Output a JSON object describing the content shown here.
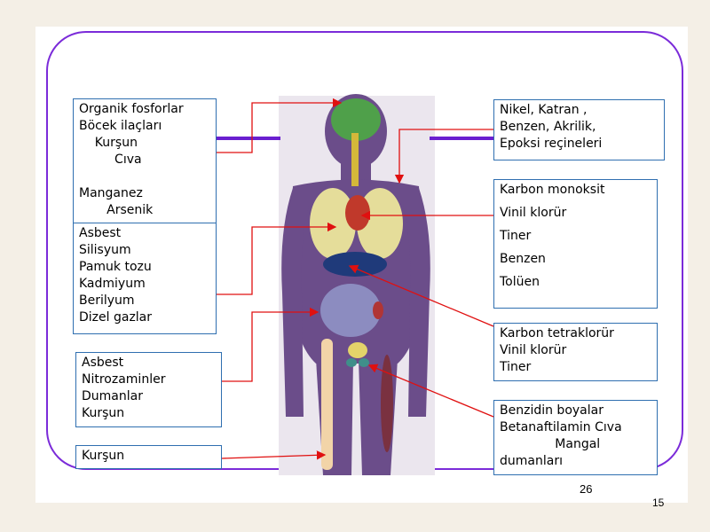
{
  "left_boxes": [
    {
      "id": "toxins-brain",
      "lines": [
        "Organik fosforlar",
        "Böcek ilaçları",
        "    Kurşun",
        "         Cıva",
        "",
        "Manganez",
        "       Arsenik"
      ]
    },
    {
      "id": "toxins-lungs",
      "lines": [
        "Asbest",
        "Silisyum",
        "Pamuk tozu",
        "Kadmiyum",
        "Berilyum",
        "Dizel gazlar"
      ]
    },
    {
      "id": "toxins-kidney",
      "lines": [
        "Asbest",
        "Nitrozaminler",
        "Dumanlar",
        "Kurşun"
      ]
    },
    {
      "id": "toxins-bone",
      "lines": [
        "Kurşun"
      ]
    }
  ],
  "right_boxes": [
    {
      "id": "toxins-skin",
      "lines": [
        "Nikel, Katran ,",
        "Benzen, Akrilik,",
        "Epoksi reçineleri"
      ]
    },
    {
      "id": "toxins-heart",
      "lines": [
        "Karbon monoksit",
        "Vinil klorür",
        "Tiner",
        "Benzen",
        "Tolüen"
      ]
    },
    {
      "id": "toxins-liver",
      "lines": [
        "Karbon tetraklorür",
        "Vinil klorür",
        "Tiner"
      ]
    },
    {
      "id": "toxins-bladder",
      "lines": [
        "Benzidin boyalar",
        "Betanaftilamin Cıva",
        "              Mangal",
        "dumanları"
      ]
    }
  ],
  "page_number": "26",
  "slide_number": "15",
  "colors": {
    "frame": "#7b2bd9",
    "box_border": "#2f6fb0",
    "arrow": "#e01010",
    "body": "#6b4d8a"
  }
}
